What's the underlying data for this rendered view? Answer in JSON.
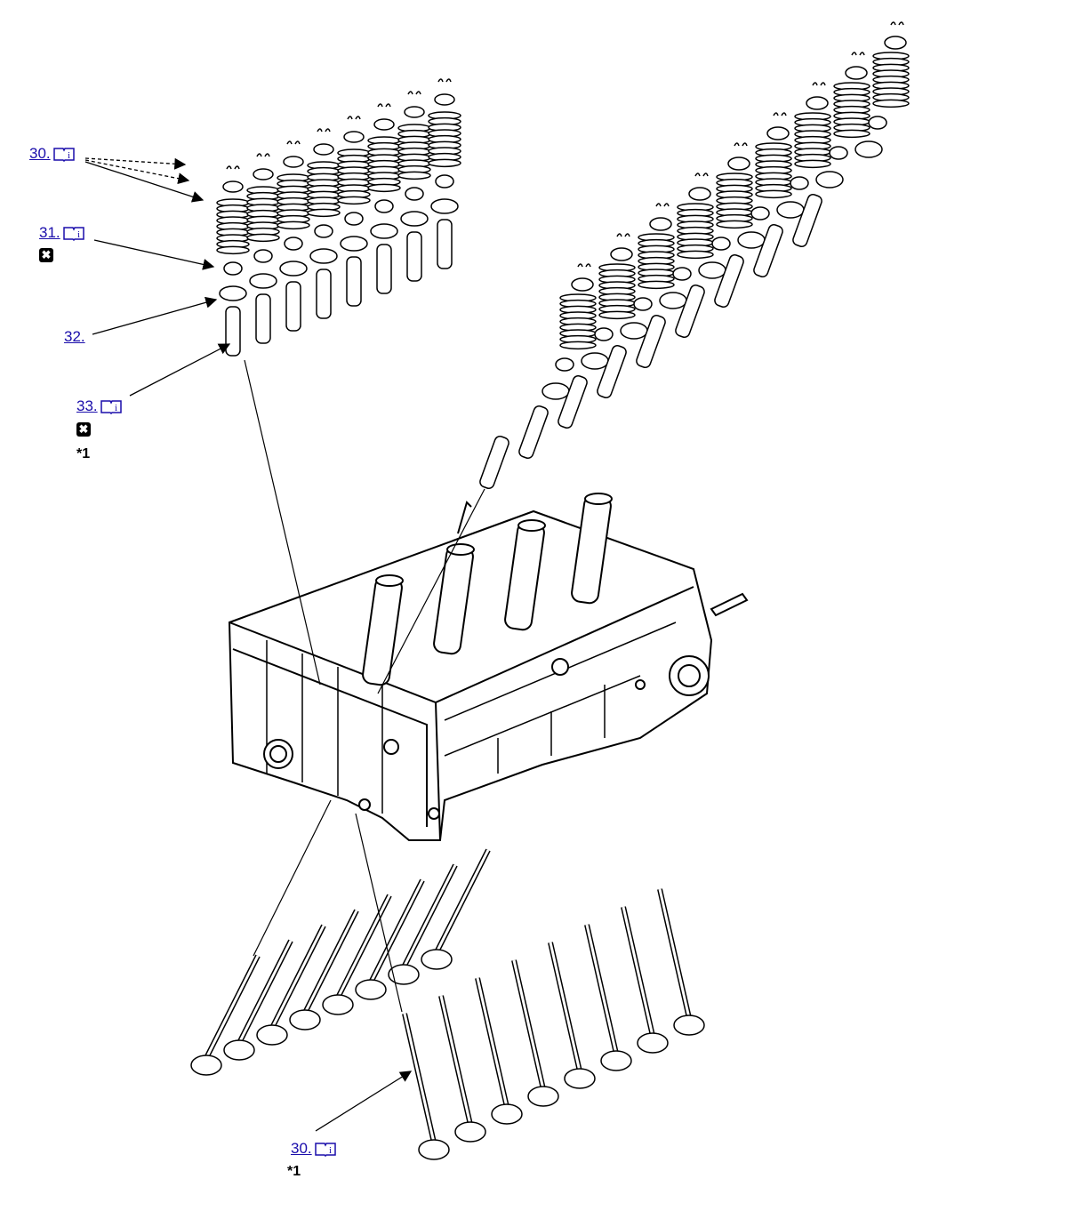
{
  "callouts": [
    {
      "id": "c30top",
      "label": "30.",
      "icon": "book-info-icon"
    },
    {
      "id": "c31",
      "label": "31.",
      "icon": "book-info-icon"
    },
    {
      "id": "c32",
      "label": "32."
    },
    {
      "id": "c33",
      "label": "33.",
      "icon": "book-info-icon"
    },
    {
      "id": "c30bottom",
      "label": "30.",
      "icon": "book-info-icon"
    }
  ],
  "notes": {
    "note_33": "*1",
    "note_30_bottom": "*1"
  },
  "symbols": {
    "non_reusable": "✖",
    "non_reusable_icon": "non-reusable-part-icon"
  },
  "colors": {
    "link": "#1a0dab",
    "line": "#000000"
  }
}
